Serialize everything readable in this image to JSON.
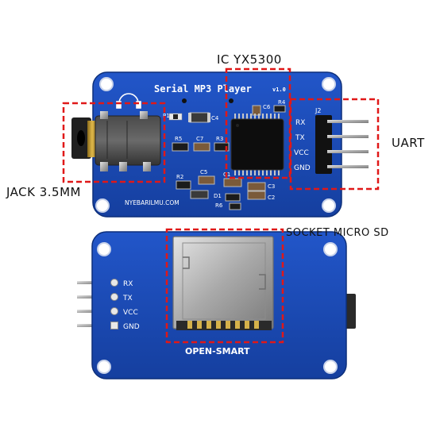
{
  "annotations": {
    "ic": "IC YX5300",
    "jack": "JACK 3.5MM",
    "uart": "UART",
    "socket": "SOCKET MICRO SD"
  },
  "top_board": {
    "title": "Serial MP3 Player",
    "version": "v1.0",
    "website": "NYEBARILMU.COM",
    "header_ref": "J2",
    "pins": [
      "RX",
      "TX",
      "VCC",
      "GND"
    ],
    "components": [
      "P1",
      "C4",
      "R5",
      "C7",
      "R3",
      "C6",
      "R4",
      "R2",
      "C5",
      "C1",
      "C3",
      "D1",
      "C2",
      "R6"
    ]
  },
  "bottom_board": {
    "brand": "OPEN-SMART",
    "pins": [
      "RX",
      "TX",
      "VCC",
      "GND"
    ]
  },
  "colors": {
    "pcb": "#1a49b8",
    "pcb_dark": "#0f3488",
    "annotation_box": "#e01818",
    "silkscreen": "#ffffff",
    "pin_metal": "#b8b8b8"
  }
}
